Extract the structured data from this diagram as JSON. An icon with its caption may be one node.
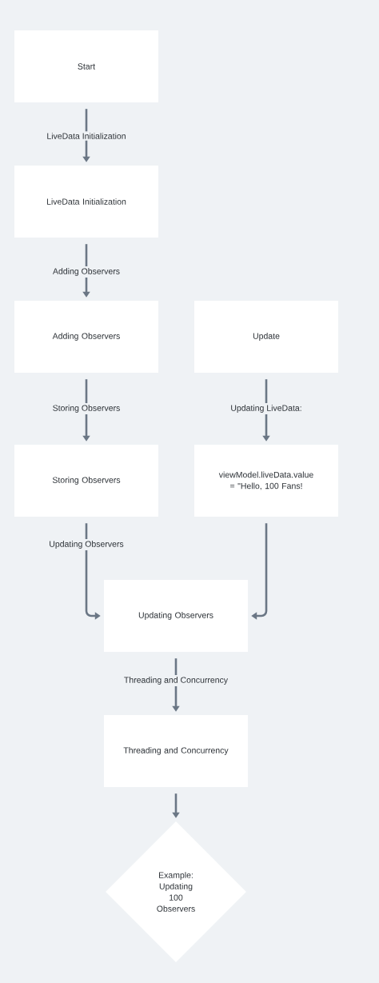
{
  "diagram": {
    "nodes": [
      {
        "text": [
          "Start"
        ]
      },
      {
        "text": [
          "LiveData Initialization"
        ]
      },
      {
        "text": [
          "Adding Observers"
        ]
      },
      {
        "text": [
          "Update"
        ]
      },
      {
        "text": [
          "Storing Observers"
        ]
      },
      {
        "text": [
          "viewModel.liveData.value = \"Hello, 100 Fans!"
        ]
      },
      {
        "text": [
          "Updating Observers"
        ]
      },
      {
        "text": [
          "Threading and Concurrency"
        ]
      },
      {
        "text": [
          "Example: Updating 100 Observers"
        ]
      }
    ],
    "edges": [
      {
        "from": 0,
        "to": 1,
        "arrow": "to",
        "label": "LiveData Initialization"
      },
      {
        "from": 1,
        "to": 2,
        "arrow": "to",
        "label": "Adding Observers"
      },
      {
        "from": 2,
        "to": 4,
        "arrow": "to",
        "label": "Storing Observers"
      },
      {
        "from": 3,
        "to": 5,
        "arrow": "to",
        "label": "Updating LiveData:"
      },
      {
        "from": 4,
        "to": 6,
        "arrow": "to",
        "label": "Updating Observers"
      },
      {
        "from": 5,
        "to": 6,
        "arrow": "to"
      },
      {
        "from": 6,
        "to": 7,
        "arrow": "to",
        "label": "Threading and Concurrency"
      },
      {
        "from": 7,
        "to": 8,
        "arrow": "to"
      }
    ]
  }
}
